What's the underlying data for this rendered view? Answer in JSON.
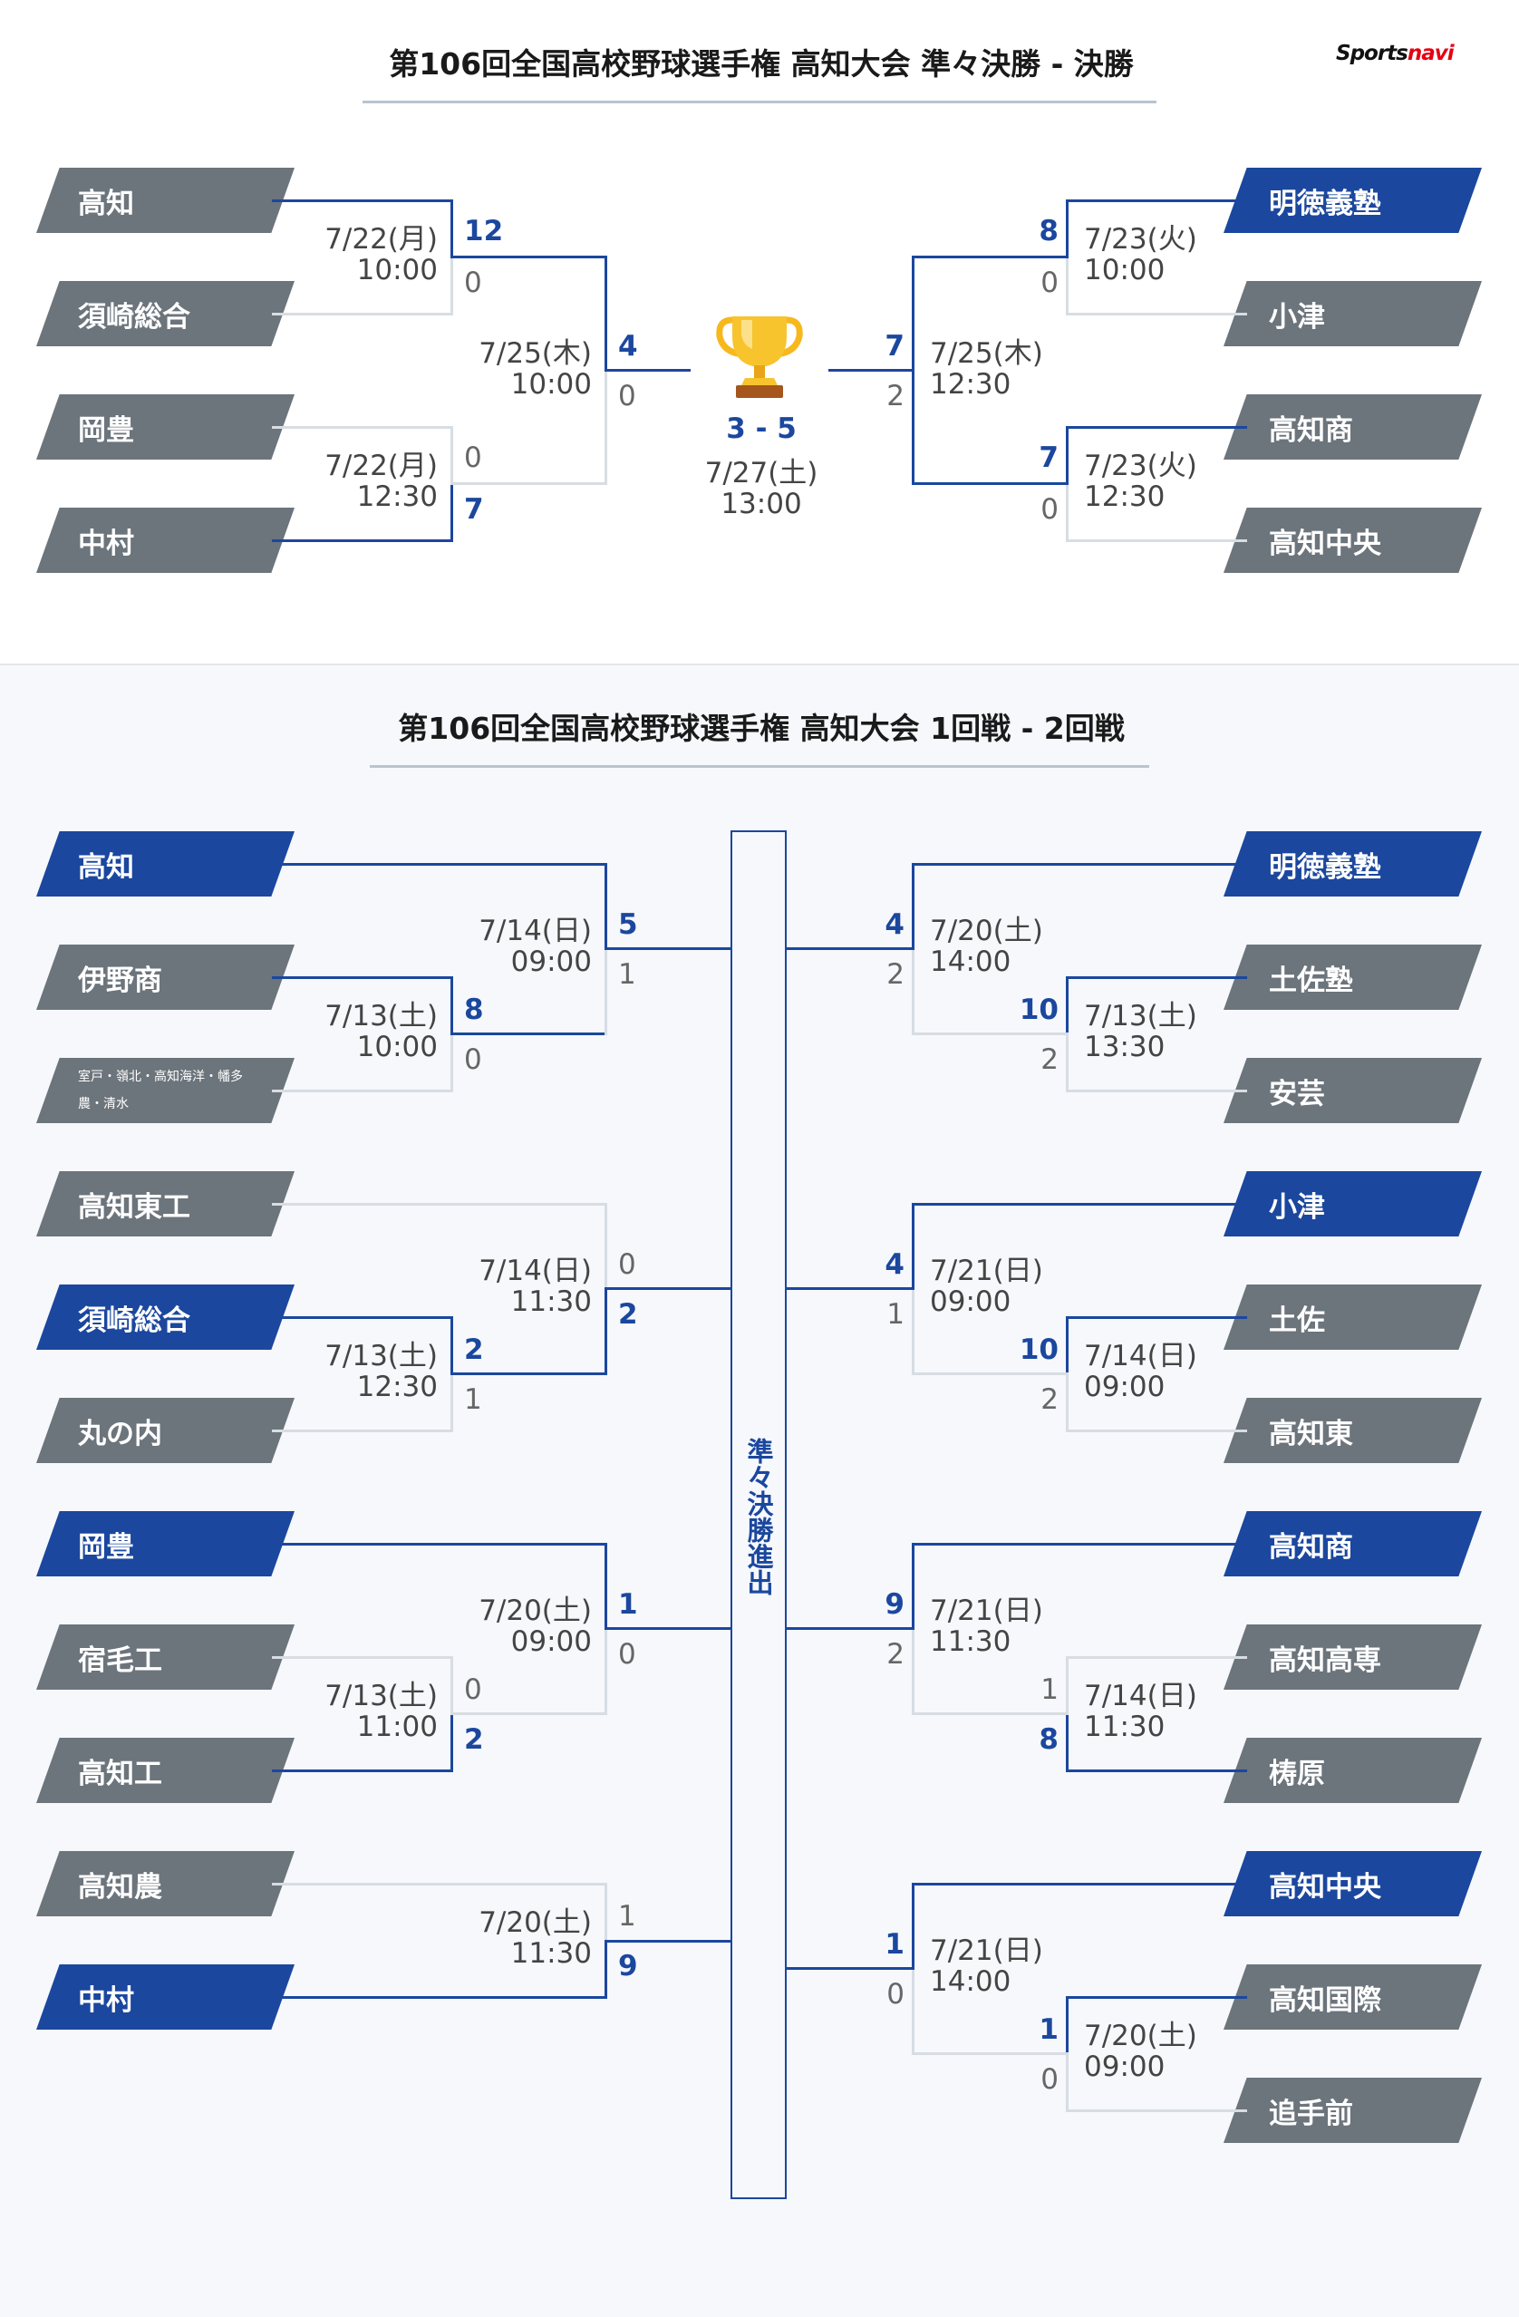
{
  "top": {
    "title": "第106回全国高校野球選手権 高知大会 準々決勝 - 決勝",
    "logo_a": "Sports",
    "logo_b": "navi",
    "teams_left": [
      "高知",
      "須崎総合",
      "岡豊",
      "中村"
    ],
    "teams_right": [
      "明徳義塾",
      "小津",
      "高知商",
      "高知中央"
    ],
    "left_r1": [
      {
        "date": "7/22(月)",
        "time": "10:00",
        "s1": "12",
        "s2": "0"
      },
      {
        "date": "7/22(月)",
        "time": "12:30",
        "s1": "0",
        "s2": "7"
      }
    ],
    "left_sf": {
      "date": "7/25(木)",
      "time": "10:00",
      "s1": "4",
      "s2": "0"
    },
    "right_r1": [
      {
        "date": "7/23(火)",
        "time": "10:00",
        "s1": "8",
        "s2": "0"
      },
      {
        "date": "7/23(火)",
        "time": "12:30",
        "s1": "7",
        "s2": "0"
      }
    ],
    "right_sf": {
      "date": "7/25(木)",
      "time": "12:30",
      "s1": "7",
      "s2": "2"
    },
    "final": {
      "score": "3 - 5",
      "date": "7/27(土)",
      "time": "13:00"
    }
  },
  "bottom": {
    "title": "第106回全国高校野球選手権 高知大会 1回戦 - 2回戦",
    "qf_label": "準々決勝進出",
    "teams_left": [
      "高知",
      "伊野商",
      "室戸・嶺北・高知海洋・幡多農・清水",
      "高知東工",
      "須崎総合",
      "丸の内",
      "岡豊",
      "宿毛工",
      "高知工",
      "高知農",
      "中村"
    ],
    "teams_right": [
      "明徳義塾",
      "土佐塾",
      "安芸",
      "小津",
      "土佐",
      "高知東",
      "高知商",
      "高知高専",
      "梼原",
      "高知中央",
      "高知国際",
      "追手前"
    ],
    "left_games": [
      {
        "date": "7/13(土)",
        "time": "10:00",
        "s1": "8",
        "s2": "0"
      },
      {
        "date": "7/14(日)",
        "time": "09:00",
        "s1": "5",
        "s2": "1"
      },
      {
        "date": "7/13(土)",
        "time": "12:30",
        "s1": "2",
        "s2": "1"
      },
      {
        "date": "7/14(日)",
        "time": "11:30",
        "s1": "0",
        "s2": "2"
      },
      {
        "date": "7/13(土)",
        "time": "11:00",
        "s1": "0",
        "s2": "2"
      },
      {
        "date": "7/20(土)",
        "time": "09:00",
        "s1": "1",
        "s2": "0"
      },
      {
        "date": "7/20(土)",
        "time": "11:30",
        "s1": "1",
        "s2": "9"
      }
    ],
    "right_games": [
      {
        "date": "7/13(土)",
        "time": "13:30",
        "s1": "10",
        "s2": "2"
      },
      {
        "date": "7/20(土)",
        "time": "14:00",
        "s1": "4",
        "s2": "2"
      },
      {
        "date": "7/14(日)",
        "time": "09:00",
        "s1": "10",
        "s2": "2"
      },
      {
        "date": "7/21(日)",
        "time": "09:00",
        "s1": "4",
        "s2": "1"
      },
      {
        "date": "7/14(日)",
        "time": "11:30",
        "s1": "1",
        "s2": "8"
      },
      {
        "date": "7/21(日)",
        "time": "11:30",
        "s1": "9",
        "s2": "2"
      },
      {
        "date": "7/20(土)",
        "time": "09:00",
        "s1": "1",
        "s2": "0"
      },
      {
        "date": "7/21(日)",
        "time": "14:00",
        "s1": "1",
        "s2": "0"
      }
    ]
  },
  "colors": {
    "winner": "#1b479e",
    "loser": "#6c747c",
    "line_lose": "#d7dde3",
    "brand_red": "#e60012"
  },
  "icons": {
    "trophy": "trophy-icon"
  }
}
